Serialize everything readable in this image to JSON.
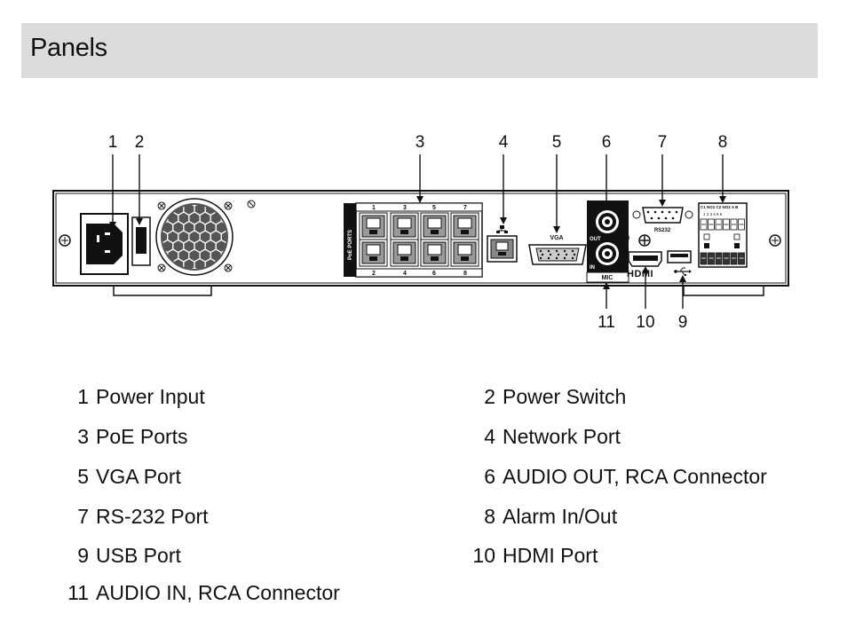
{
  "header": {
    "title": "Panels"
  },
  "panel": {
    "poe_label": "PoE PORTS",
    "poe_top_numbers": [
      "1",
      "3",
      "5",
      "7"
    ],
    "poe_bottom_numbers": [
      "2",
      "4",
      "6",
      "8"
    ],
    "vga_label": "VGA",
    "rs232_label": "RS232",
    "audio_out_label": "OUT",
    "audio_in_label": "IN",
    "mic_label": "MIC",
    "hdmi_logo": "HDMI",
    "alarm_top_labels": "C1 NO1 C2 NO2  A   B",
    "alarm_pin_numbers": "1  2  3  4  5  6"
  },
  "callouts_top": [
    "1",
    "2",
    "3",
    "4",
    "5",
    "6",
    "7",
    "8"
  ],
  "callouts_bottom": [
    "11",
    "10",
    "9"
  ],
  "legend": [
    {
      "num": "1",
      "label": "Power Input"
    },
    {
      "num": "2",
      "label": "Power Switch"
    },
    {
      "num": "3",
      "label": "PoE Ports"
    },
    {
      "num": "4",
      "label": "Network Port"
    },
    {
      "num": "5",
      "label": "VGA Port"
    },
    {
      "num": "6",
      "label": "AUDIO OUT, RCA Connector"
    },
    {
      "num": "7",
      "label": "RS-232 Port"
    },
    {
      "num": "8",
      "label": "Alarm In/Out"
    },
    {
      "num": "9",
      "label": "USB Port"
    },
    {
      "num": "10",
      "label": "HDMI Port"
    },
    {
      "num": "11",
      "label": "AUDIO IN, RCA Connector"
    }
  ]
}
